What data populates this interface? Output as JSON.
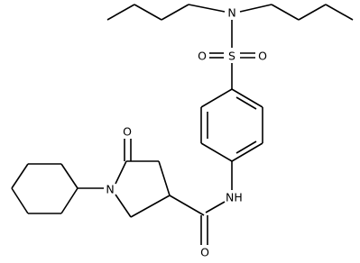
{
  "structure": {
    "atoms": {
      "sulfonamide_nitrogen": "N",
      "sulfur": "S",
      "sulfonyl_oxygen_left": "O",
      "sulfonyl_oxygen_right": "O",
      "amide_nitrogen": "NH",
      "lactam_oxygen": "O",
      "ring_nitrogen": "N",
      "amide_oxygen": "O"
    }
  }
}
